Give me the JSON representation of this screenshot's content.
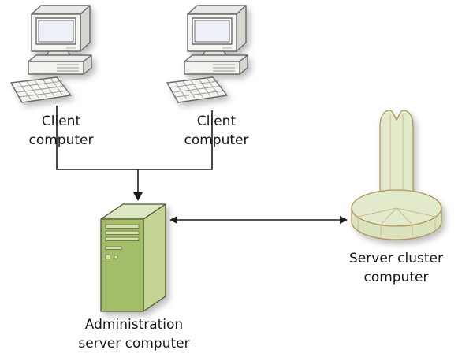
{
  "diagram": {
    "nodes": {
      "client1": {
        "label": "Client\ncomputer",
        "icon": "desktop-computer-icon"
      },
      "client2": {
        "label": "Client\ncomputer",
        "icon": "desktop-computer-icon"
      },
      "admin": {
        "label": "Administration\nserver computer",
        "icon": "server-tower-icon"
      },
      "cluster": {
        "label": "Server cluster\ncomputer",
        "icon": "server-cluster-icon"
      }
    },
    "edges": [
      {
        "from": "client1",
        "to": "admin",
        "type": "elbow",
        "arrowhead": "down-into-admin"
      },
      {
        "from": "client2",
        "to": "admin",
        "type": "elbow",
        "arrowhead": "down-into-admin"
      },
      {
        "from": "admin",
        "to": "cluster",
        "type": "straight",
        "arrowhead": "double"
      }
    ],
    "colors": {
      "background": "#ffffff",
      "connector": "#1a1a1a",
      "server_front": "#a3bd68",
      "server_side": "#c3d494",
      "server_top": "#dce6c0",
      "cluster_fill": "#e3eacb",
      "cluster_band": "#dae3bd",
      "cluster_outline": "#b1975f",
      "pc_body": "#f6f6f3",
      "pc_outline": "#6a6a6a"
    }
  }
}
